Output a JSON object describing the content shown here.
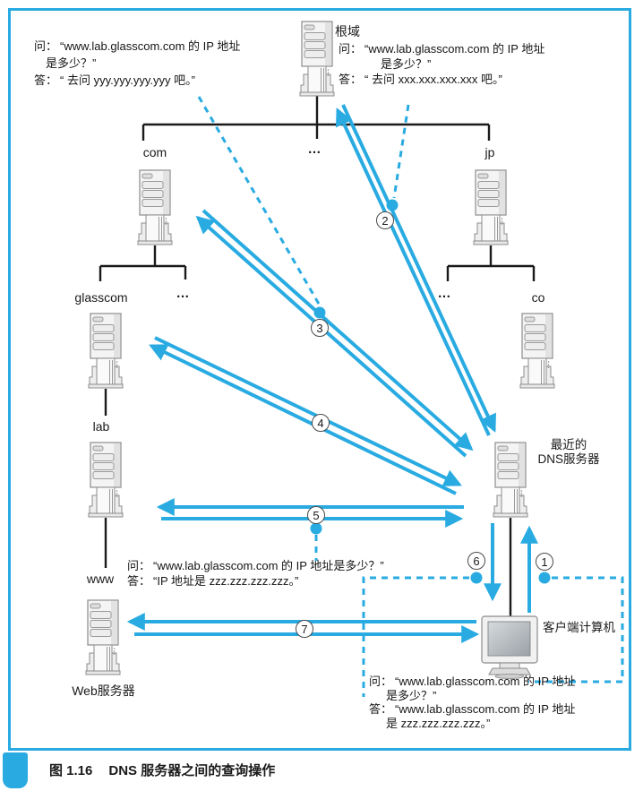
{
  "colors": {
    "accent": "#29abe2",
    "ink": "#1a1a1a"
  },
  "icons": {
    "server": "server-tower-icon",
    "client": "desktop-computer-icon"
  },
  "caption": {
    "figure_no": "图 1.16",
    "title": "DNS 服务器之间的查询操作"
  },
  "nodes": {
    "root": "根域",
    "com": "com",
    "l2_ellipsis": "…",
    "jp": "jp",
    "glasscom": "glasscom",
    "l3_left_ellipsis": "…",
    "l3_right_ellipsis": "…",
    "co": "co",
    "lab": "lab",
    "www": "www",
    "web_server": "Web服务器",
    "dns_line1": "最近的",
    "dns_line2": "DNS服务器",
    "client": "客户端计算机"
  },
  "steps": {
    "s1": "1",
    "s2": "2",
    "s3": "3",
    "s4": "4",
    "s5": "5",
    "s6": "6",
    "s7": "7"
  },
  "dialogs": {
    "step3": {
      "q_label": "问：",
      "q1": "“www.lab.glasscom.com 的 IP 地址",
      "q2": "是多少？”",
      "a_label": "答：",
      "a1": "“ 去问 yyy.yyy.yyy.yyy 吧。”"
    },
    "step2": {
      "q_label": "问：",
      "q1": "“www.lab.glasscom.com 的 IP 地址",
      "q2": "是多少？”",
      "a_label": "答：",
      "a1": "“ 去问 xxx.xxx.xxx.xxx 吧。”"
    },
    "step5": {
      "q_label": "问：",
      "q1": "“www.lab.glasscom.com 的 IP 地址是多少？”",
      "a_label": "答：",
      "a1": "“IP 地址是 zzz.zzz.zzz.zzz。”"
    },
    "client": {
      "q_label": "问：",
      "q1": "“www.lab.glasscom.com 的 IP 地址",
      "q2": "是多少？”",
      "a_label": "答：",
      "a1": "“www.lab.glasscom.com 的 IP 地址",
      "a2": "是 zzz.zzz.zzz.zzz。”"
    }
  }
}
